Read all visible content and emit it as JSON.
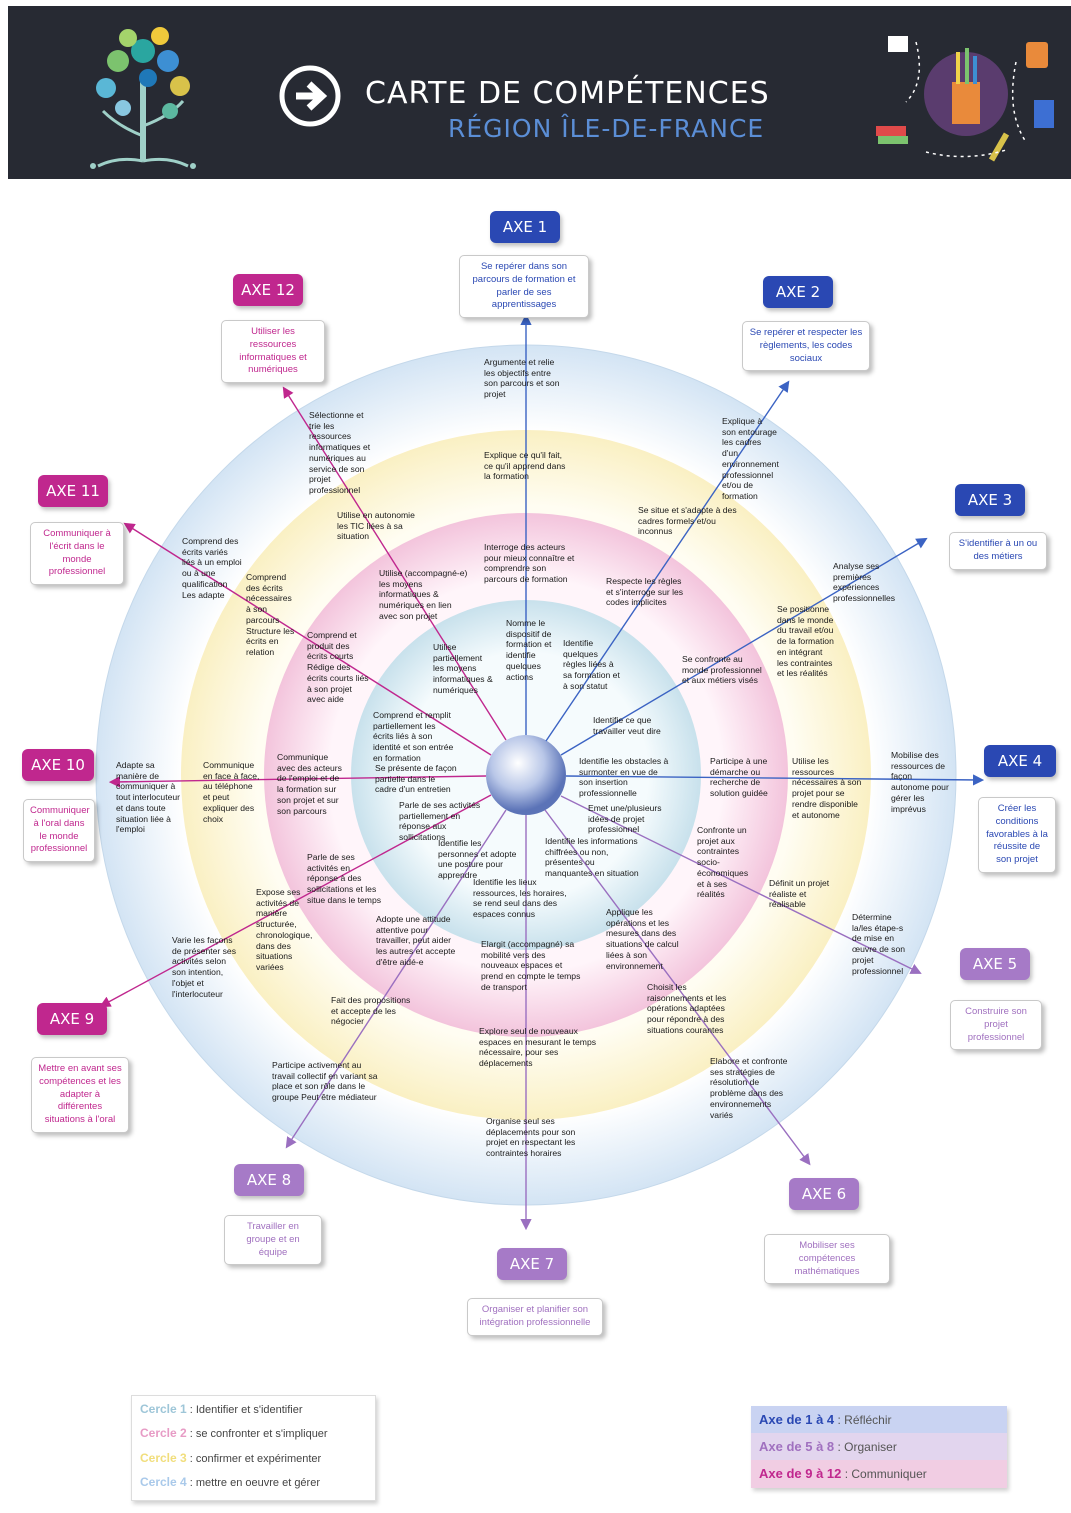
{
  "header": {
    "title": "CARTE DE COMPÉTENCES",
    "subtitle": "RÉGION ÎLE-DE-FRANCE"
  },
  "colors": {
    "header_bg": "#272a33",
    "axes_1_4": "#2a48b3",
    "axes_5_8": "#a67ac7",
    "axes_9_12": "#c0278e",
    "circle_1": "#cfe3ef",
    "circle_2": "#f6cfe3",
    "circle_3": "#fbf4cf",
    "circle_4": "#dbe9f6"
  },
  "axes": [
    {
      "label": "AXE 1",
      "desc": "Se repérer dans son parcours de formation et parler de ses apprentissages"
    },
    {
      "label": "AXE 2",
      "desc": "Se repérer et respecter les règlements, les codes sociaux"
    },
    {
      "label": "AXE 3",
      "desc": "S'identifier à un ou des métiers"
    },
    {
      "label": "AXE 4",
      "desc": "Créer les conditions favorables à la réussite de son projet"
    },
    {
      "label": "AXE 5",
      "desc": "Construire son projet professionnel"
    },
    {
      "label": "AXE 6",
      "desc": "Mobiliser ses compétences mathématiques"
    },
    {
      "label": "AXE 7",
      "desc": "Organiser et planifier son intégration professionnelle"
    },
    {
      "label": "AXE 8",
      "desc": "Travailler en groupe et en équipe"
    },
    {
      "label": "AXE 9",
      "desc": "Mettre en avant ses compétences et les adapter à différentes situations à l'oral"
    },
    {
      "label": "AXE 10",
      "desc": "Communiquer à l'oral dans le monde professionnel"
    },
    {
      "label": "AXE 11",
      "desc": "Communiquer à l'écrit dans le monde professionnel"
    },
    {
      "label": "AXE 12",
      "desc": "Utiliser les ressources informatiques et numériques"
    }
  ],
  "skills": {
    "a1c4": "Argumente et relie les objectifs entre son parcours et son projet",
    "a1c3": "Explique ce qu'il fait, ce qu'il apprend dans la formation",
    "a1c2": "Interroge des acteurs pour mieux connaître et comprendre son parcours de formation",
    "a1c1": "Nomme le dispositif de formation et identifie quelques actions",
    "a2c4": "Explique à son entourage les cadres d'un environnement professionnel et/ou de formation",
    "a2c3": "Se situe et s'adapte à des cadres formels et/ou inconnus",
    "a2c2": "Respecte les règles et s'interroge sur les codes implicites",
    "a2c1": "Identifie quelques règles liées à sa formation et à son statut",
    "a3c4": "Analyse ses premières expériences professionnelles",
    "a3c3": "Se positionne dans le monde du travail et/ou de la formation en intégrant les contraintes et les réalités",
    "a3c2": "Se confronte au monde professionnel et aux métiers visés",
    "a3c1": "Identifie ce que travailler veut dire",
    "a4c4": "Mobilise des ressources de façon autonome pour gérer les imprévus",
    "a4c3": "Utilise les ressources nécessaires à son projet pour se rendre disponible et autonome",
    "a4c2": "Participe à une démarche ou recherche de solution guidée",
    "a4c1": "Identifie les obstacles à surmonter en vue de son insertion professionnelle",
    "a5c4": "Détermine la/les étape-s de mise en œuvre de son projet professionnel",
    "a5c3": "Définit un projet réaliste et réalisable",
    "a5c2": "Confronte un projet aux contraintes socio-économiques et à ses réalités",
    "a5c1": "Emet une/plusieurs idées de projet professionnel",
    "a6c4": "Elabore et confronte ses stratégies de résolution de problème dans des environnements variés",
    "a6c3": "Choisit les raisonnements et les opérations adaptées pour répondre à des situations courantes",
    "a6c2": "Applique les opérations et les mesures dans des situations de calcul liées à son environnement",
    "a6c1": "Identifie les informations chiffrées ou non, présentes ou manquantes en situation",
    "a7c4": "Organise seul ses déplacements pour son projet en respectant les contraintes horaires",
    "a7c3": "Explore seul de nouveaux espaces en mesurant le temps nécessaire, pour ses déplacements",
    "a7c2": "Elargit (accompagné) sa mobilité vers des nouveaux espaces et prend en compte le temps de transport",
    "a7c1": "Identifie les lieux ressources, les horaires, se rend seul dans des espaces connus",
    "a8c4": "Participe activement au travail collectif en variant sa place et son rôle dans le groupe Peut être médiateur",
    "a8c3": "Fait des propositions et accepte de les négocier",
    "a8c2": "Adopte une attitude attentive pour travailler, peut aider les autres et accepte d'être aidé-e",
    "a8c1": "Identifie les personnes et adopte une posture pour apprendre",
    "a9c4": "Varie les façons de présenter ses activités selon son intention, l'objet et l'interlocuteur",
    "a9c3": "Expose ses activités de manière structurée, chronologique, dans des situations variées",
    "a9c2": "Parle de ses activités en réponse à des sollicitations et les situe dans le temps",
    "a9c1": "Parle de ses activités partiellement en réponse aux sollicitations",
    "a10c4": "Adapte sa manière de communiquer à tout interlocuteur et dans toute situation liée à l'emploi",
    "a10c3": "Communique en face à face, au téléphone et peut expliquer des choix",
    "a10c2": "Communique avec des acteurs de l'emploi et de la formation sur son projet et sur son parcours",
    "a10c1": "Se présente de façon partielle dans le cadre d'un entretien",
    "a11c4": "Comprend des écrits variés liés à un emploi ou à une qualification Les adapte",
    "a11c3": "Comprend des écrits nécessaires à son parcours Structure les écrits en relation",
    "a11c2": "Comprend et produit des écrits courts Rédige des écrits courts liés à son projet avec aide",
    "a11c1": "Comprend et remplit partiellement les écrits liés à son identité et son entrée en formation",
    "a12c4": "Sélectionne et trie les ressources informatiques et numériques au service de son projet professionnel",
    "a12c3": "Utilise en autonomie les TIC liées à sa situation",
    "a12c2": "Utilise (accompagné-e) les moyens informatiques & numériques en lien avec son projet",
    "a12c1": "Utilise partiellement les moyens informatiques & numériques"
  },
  "legend_circles": [
    {
      "name": "Cercle 1",
      "text": " : Identifier et s'identifier",
      "color": "#9ec6d8"
    },
    {
      "name": "Cercle 2",
      "text": " : se confronter et s'impliquer",
      "color": "#e79bc5"
    },
    {
      "name": "Cercle 3",
      "text": " : confirmer et expérimenter",
      "color": "#f1de7c"
    },
    {
      "name": "Cercle 4",
      "text": " : mettre en oeuvre et gérer",
      "color": "#a9c9ea"
    }
  ],
  "legend_axes": [
    {
      "name": "Axe de 1 à 4",
      "text": " : Réfléchir",
      "bg": "#c9d3f2",
      "color": "#2a48b3"
    },
    {
      "name": "Axe de 5 à 8",
      "text": " : Organiser",
      "bg": "#e2d5ee",
      "color": "#a070bf"
    },
    {
      "name": "Axe de 9 à 12",
      "text": " : Communiquer",
      "bg": "#f1cde3",
      "color": "#c0278e"
    }
  ]
}
